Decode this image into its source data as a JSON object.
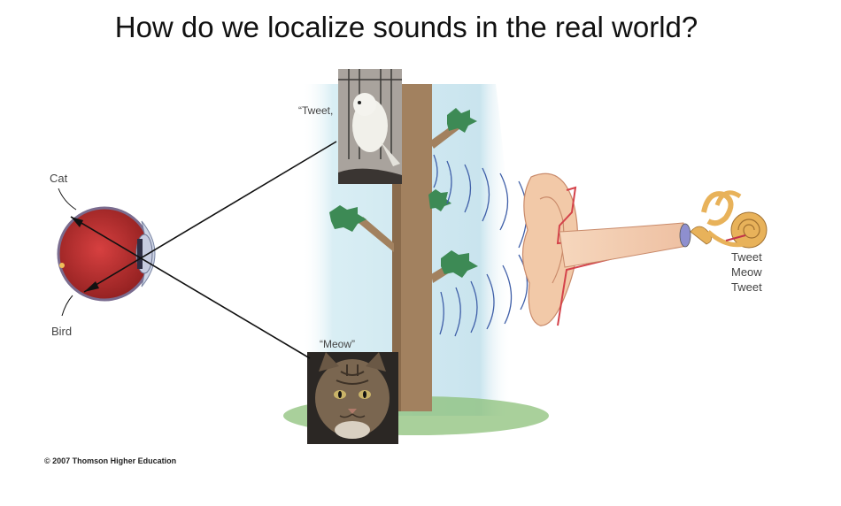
{
  "title": "How do we localize sounds in the real world?",
  "labels": {
    "cat": "Cat",
    "bird": "Bird",
    "tweet_quote": "“Tweet,",
    "meow_quote": "“Meow”"
  },
  "heard_sequence": [
    "Tweet",
    "Meow",
    "Tweet"
  ],
  "credit": "© 2007 Thomson Higher Education",
  "colors": {
    "eye_red": "#b82a2a",
    "trunk_brown": "#9b7a5a",
    "foliage_green": "#3d8a55",
    "sky_blue": "#d4ebf2",
    "sound_wave": "#3f5fa8",
    "ear_skin": "#f2c9a8",
    "cochlea": "#e8b25a"
  },
  "icons": [
    "eye-icon",
    "bird-photo",
    "cat-photo",
    "tree-icon",
    "ear-icon",
    "cochlea-icon"
  ]
}
